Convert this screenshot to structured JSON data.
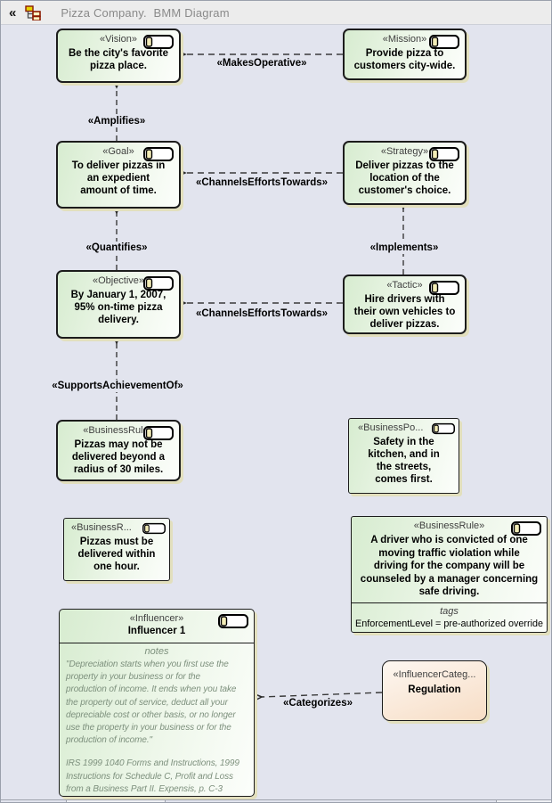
{
  "header": {
    "title": "Pizza Company.  BMM Diagram",
    "collapse_glyph": "«"
  },
  "connectors": {
    "makes_operative": "«MakesOperative»",
    "amplifies": "«Amplifies»",
    "channels_efforts_1": "«ChannelsEffortsTowards»",
    "quantifies": "«Quantifies»",
    "implements": "«Implements»",
    "channels_efforts_2": "«ChannelsEffortsTowards»",
    "supports_achievement": "«SupportsAchievementOf»",
    "categorizes": "«Categorizes»"
  },
  "nodes": {
    "vision": {
      "stereotype": "«Vision»",
      "text": "Be the city's favorite\npizza place."
    },
    "mission": {
      "stereotype": "«Mission»",
      "text": "Provide pizza to\ncustomers city-wide."
    },
    "goal": {
      "stereotype": "«Goal»",
      "text": "To deliver pizzas in\nan expedient\namount of time."
    },
    "strategy": {
      "stereotype": "«Strategy»",
      "text": "Deliver pizzas to the\nlocation of the\ncustomer's choice."
    },
    "objective": {
      "stereotype": "«Objective»",
      "text": "By January 1, 2007,\n95% on-time pizza\ndelivery."
    },
    "tactic": {
      "stereotype": "«Tactic»",
      "text": "Hire drivers with\ntheir own vehicles to\ndeliver pizzas."
    },
    "business_rule_radius": {
      "stereotype": "«BusinessRule»",
      "text": "Pizzas may not be\ndelivered beyond a\nradius of 30 miles."
    },
    "business_policy": {
      "stereotype": "«BusinessPo...",
      "text": "Safety in the\nkitchen, and in\nthe streets,\ncomes first."
    },
    "business_rule_hour": {
      "stereotype": "«BusinessR...",
      "text": "Pizzas must be\ndelivered within\none hour."
    },
    "business_rule_driver": {
      "stereotype": "«BusinessRule»",
      "text": "A driver who is convicted of one\nmoving traffic violation while\ndriving for the company will be\ncounseled by a manager concerning\nsafe driving.",
      "tags_label": "tags",
      "tag_value": "EnforcementLevel = pre-authorized override"
    },
    "influencer": {
      "stereotype": "«Influencer»",
      "name": "Influencer 1",
      "notes_label": "notes",
      "notes": "\"Depreciation starts when you first use the\nproperty in your business or for the\nproduction of income. It ends when you take\nthe property out of service, deduct all your\ndepreciable cost or other basis, or no longer\nuse the property in your business or for the\nproduction of income.\"",
      "citation": "IRS 1999 1040 Forms and Instructions, 1999\nInstructions for Schedule C, Profit and Loss\nfrom a Business Part II. Expensis, p. C-3"
    },
    "influencer_category": {
      "stereotype": "«InfluencerCateg...",
      "name": "Regulation"
    }
  },
  "colors": {
    "canvas_bg": "#e2e4ee",
    "node_green": "#d7ecd0",
    "node_peach": "#f7ddc5",
    "shadow": "#e2dfbd",
    "border": "#1c1c1c"
  }
}
